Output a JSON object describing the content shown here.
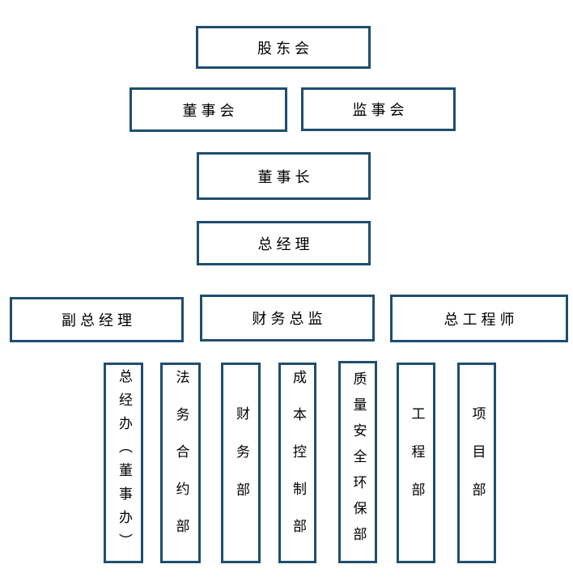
{
  "colors": {
    "box_border": "#1F4E6E",
    "box_fill": "#FFFFFF",
    "text": "#000000",
    "background": "#FFFFFF"
  },
  "org_chart": {
    "levels": [
      {
        "level": 1,
        "members": [
          "股东会"
        ]
      },
      {
        "level": 2,
        "members": [
          "董事会",
          "监事会"
        ]
      },
      {
        "level": 3,
        "members": [
          "董事长"
        ]
      },
      {
        "level": 4,
        "members": [
          "总经理"
        ]
      },
      {
        "level": 5,
        "members": [
          "副总经理",
          "财务总监",
          "总工程师"
        ]
      },
      {
        "level": 6,
        "members": [
          "总经办（董事办）",
          "法务合约部",
          "财务部",
          "成本控制部",
          "质量安全环保部",
          "工程部",
          "项目部"
        ]
      }
    ]
  },
  "nodes": {
    "shareholders": {
      "label": "股东会"
    },
    "board": {
      "label": "董事会"
    },
    "supervisory": {
      "label": "监事会"
    },
    "chairman": {
      "label": "董事长"
    },
    "general_manager": {
      "label": "总经理"
    },
    "deputy_gm": {
      "label": "副总经理"
    },
    "finance_director": {
      "label": "财务总监"
    },
    "chief_engineer": {
      "label": "总工程师"
    },
    "gm_office": {
      "label": "总经办（董事办）"
    },
    "legal_contract": {
      "label": "法务合约部"
    },
    "finance_dept": {
      "label": "财务部"
    },
    "cost_control": {
      "label": "成本控制部"
    },
    "quality_safety_env": {
      "label": "质量安全环保部"
    },
    "engineering_dept": {
      "label": "工程部"
    },
    "project_dept": {
      "label": "项目部"
    }
  }
}
